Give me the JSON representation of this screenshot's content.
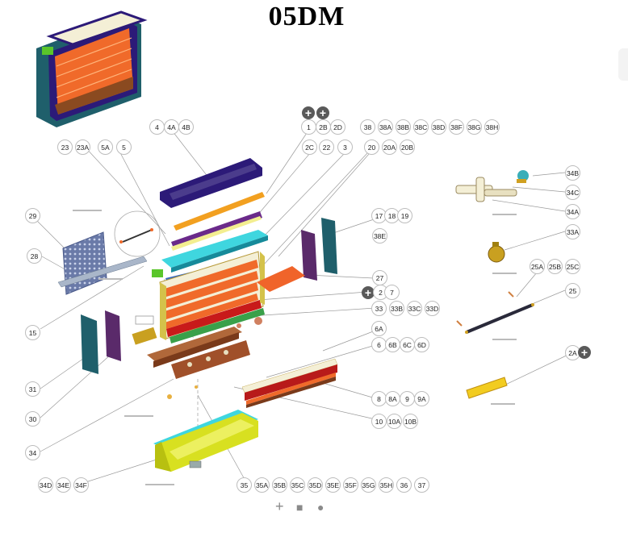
{
  "title": "05DM",
  "callouts": {
    "c1": "1",
    "c2B": "2B",
    "c2D": "2D",
    "c2C": "2C",
    "c22": "22",
    "c3": "3",
    "c4": "4",
    "c4A": "4A",
    "c4B": "4B",
    "c23": "23",
    "c23A": "23A",
    "c5A": "5A",
    "c5": "5",
    "c38": "38",
    "c38A": "38A",
    "c38B": "38B",
    "c38C": "38C",
    "c38D": "38D",
    "c38F": "38F",
    "c38G": "38G",
    "c38H": "38H",
    "c20": "20",
    "c20A": "20A",
    "c20B": "20B",
    "c17": "17",
    "c18": "18",
    "c19": "19",
    "c38E": "38E",
    "c29": "29",
    "c28": "28",
    "c15": "15",
    "c31": "31",
    "c30": "30",
    "c34": "34",
    "c27": "27",
    "c2": "2",
    "c7": "7",
    "c33": "33",
    "c33B": "33B",
    "c33C": "33C",
    "c33D": "33D",
    "c6A": "6A",
    "c6": "6",
    "c6B": "6B",
    "c6C": "6C",
    "c6D": "6D",
    "c8": "8",
    "c8A": "8A",
    "c9": "9",
    "c9A": "9A",
    "c10": "10",
    "c10A": "10A",
    "c10B": "10B",
    "c34D": "34D",
    "c34E": "34E",
    "c34F": "34F",
    "c35": "35",
    "c35A": "35A",
    "c35B": "35B",
    "c35C": "35C",
    "c35D": "35D",
    "c35E": "35E",
    "c35F": "35F",
    "c35G": "35G",
    "c35H": "35H",
    "c36": "36",
    "c37": "37",
    "c34B": "34B",
    "c34C": "34C",
    "c34A": "34A",
    "c33A": "33A",
    "c25A": "25A",
    "c25B": "25B",
    "c25C": "25C",
    "c25": "25",
    "c2A": "2A"
  },
  "controls": {
    "zoom_in": "+",
    "fit": "■",
    "reset": "●"
  },
  "colors": {
    "navy": "#2c1a78",
    "orange": "#f06a2a",
    "yellow": "#f0d020",
    "teal": "#1f5f6b",
    "purple": "#5a2a6a",
    "rust": "#a0502a",
    "cyan": "#3fd6df",
    "cream": "#f4efd6"
  }
}
